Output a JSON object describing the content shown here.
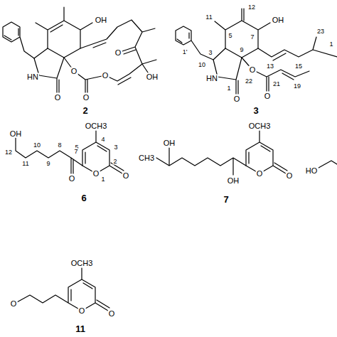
{
  "diagram": {
    "labels": [
      "OH",
      "HN",
      "O",
      "O",
      "O",
      "O",
      "O",
      "OH",
      "2",
      "12",
      "11",
      "5",
      "OH",
      "7",
      "23",
      "1",
      "13",
      "15",
      "9",
      "3",
      "10",
      "1'",
      "HN",
      "1",
      "O",
      "O",
      "22",
      "21",
      "O",
      "19",
      "3",
      "OCH3",
      "4",
      "5",
      "3",
      "2",
      "1",
      "O",
      "O",
      "7",
      "O",
      "8",
      "9",
      "10",
      "11",
      "12",
      "OH",
      "6",
      "OCH3",
      "O",
      "O",
      "OH",
      "OH",
      "CH3",
      "7",
      "HO",
      "OCH3",
      "O",
      "O",
      "O",
      "11"
    ]
  }
}
